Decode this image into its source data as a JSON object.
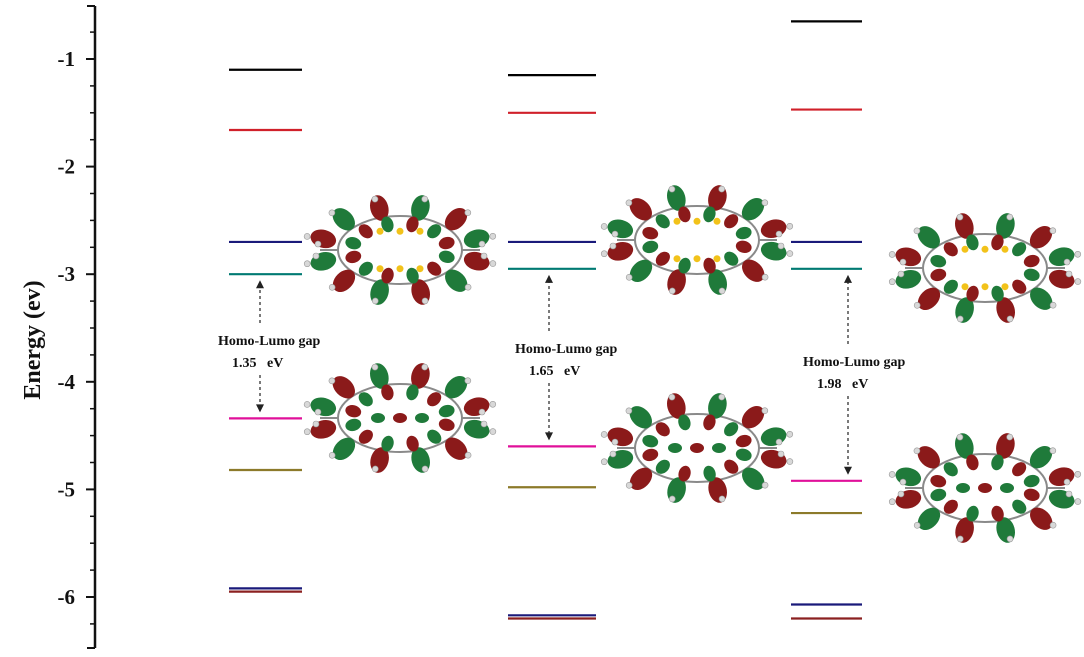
{
  "chart_data": {
    "type": "energy-level diagram",
    "ylabel": "Energy (ev)",
    "ylim": [
      -6.45,
      -0.5
    ],
    "yticks": [
      -1,
      -2,
      -3,
      -4,
      -5,
      -6
    ],
    "tick_labels": [
      "-1",
      "-2",
      "-3",
      "-4",
      "-5",
      "-6"
    ],
    "columns": [
      {
        "levels": [
          {
            "energy": -1.1,
            "color": "#000000"
          },
          {
            "energy": -1.66,
            "color": "#d0202a"
          },
          {
            "energy": -2.7,
            "color": "#1a1a7a"
          },
          {
            "energy": -3.0,
            "color": "#007a72"
          },
          {
            "energy": -4.34,
            "color": "#e0109a"
          },
          {
            "energy": -4.82,
            "color": "#8c7a2a"
          },
          {
            "energy": -5.92,
            "color": "#1a1a7a"
          },
          {
            "energy": -5.95,
            "color": "#8b2020"
          }
        ],
        "gap_label": "Homo-Lumo gap",
        "gap_value": "1.35   eV",
        "homo": -4.34,
        "lumo": -3.0
      },
      {
        "levels": [
          {
            "energy": -1.15,
            "color": "#000000"
          },
          {
            "energy": -1.5,
            "color": "#d0202a"
          },
          {
            "energy": -2.7,
            "color": "#1a1a7a"
          },
          {
            "energy": -2.95,
            "color": "#007a72"
          },
          {
            "energy": -4.6,
            "color": "#e0109a"
          },
          {
            "energy": -4.98,
            "color": "#8c7a2a"
          },
          {
            "energy": -6.17,
            "color": "#1a1a7a"
          },
          {
            "energy": -6.2,
            "color": "#8b2020"
          }
        ],
        "gap_label": "Homo-Lumo gap",
        "gap_value": "1.65   eV",
        "homo": -4.6,
        "lumo": -2.95
      },
      {
        "levels": [
          {
            "energy": -0.65,
            "color": "#000000"
          },
          {
            "energy": -1.47,
            "color": "#d0202a"
          },
          {
            "energy": -2.7,
            "color": "#1a1a7a"
          },
          {
            "energy": -2.95,
            "color": "#007a72"
          },
          {
            "energy": -4.92,
            "color": "#e0109a"
          },
          {
            "energy": -5.22,
            "color": "#8c7a2a"
          },
          {
            "energy": -6.07,
            "color": "#1a1a7a"
          },
          {
            "energy": -6.2,
            "color": "#8b2020"
          }
        ],
        "gap_label": "Homo-Lumo gap",
        "gap_value": "1.98   eV",
        "homo": -4.92,
        "lumo": -2.95
      }
    ],
    "orbital_colors": {
      "lobe_red": "#8b1a1a",
      "lobe_green": "#1f7a3a",
      "sulfur": "#f2c21a",
      "hydrogen": "#d8d8d8",
      "carbon": "#8a8a8a"
    }
  }
}
